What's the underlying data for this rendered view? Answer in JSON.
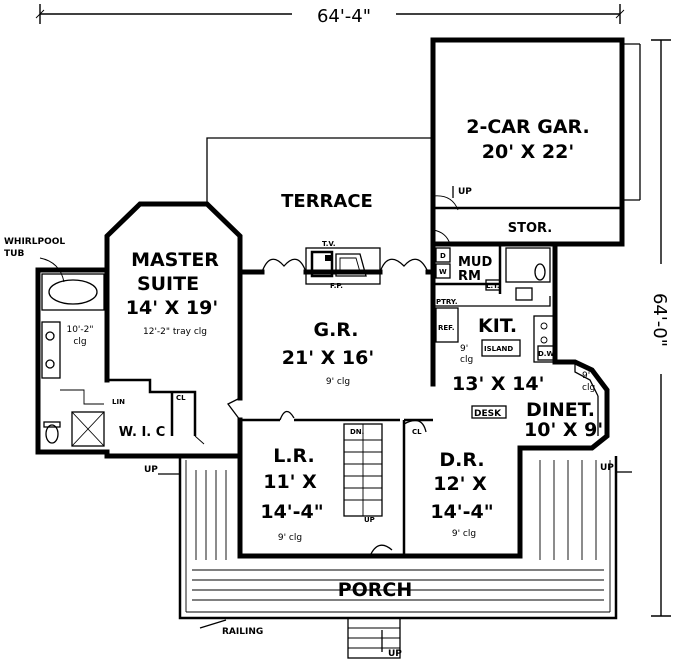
{
  "dimensions": {
    "width_total": "64'-4\"",
    "depth_total": "64'-0\""
  },
  "rooms": {
    "garage": {
      "name": "2-CAR GAR.",
      "size": "20' X 22'"
    },
    "storage": {
      "name": "STOR."
    },
    "terrace": {
      "name": "TERRACE"
    },
    "master": {
      "name1": "MASTER",
      "name2": "SUITE",
      "size": "14' X 19'",
      "ceiling": "12'-2\" tray clg"
    },
    "bath": {
      "ceiling1": "10'-2\"",
      "ceiling2": "clg"
    },
    "great_room": {
      "name": "G.R.",
      "size": "21' X 16'",
      "ceiling": "9' clg"
    },
    "kitchen": {
      "name": "KIT.",
      "size": "13' X 14'",
      "ceiling1": "9'",
      "ceiling2": "clg"
    },
    "dinette": {
      "name": "DINET.",
      "size": "10' X 9'",
      "ceiling1": "9'",
      "ceiling2": "clg"
    },
    "living": {
      "name": "L.R.",
      "size1": "11' X",
      "size2": "14'-4\"",
      "ceiling": "9' clg"
    },
    "dining": {
      "name": "D.R.",
      "size1": "12' X",
      "size2": "14'-4\"",
      "ceiling": "9' clg"
    },
    "porch": {
      "name": "PORCH"
    },
    "mud": {
      "name1": "MUD",
      "name2": "RM"
    },
    "wic": {
      "name": "W. I. C"
    }
  },
  "labels": {
    "whirlpool1": "WHIRLPOOL",
    "whirlpool2": "TUB",
    "railing": "RAILING",
    "up": "UP",
    "dn": "DN.",
    "cl": "CL",
    "lin": "LIN",
    "tv": "T.V.",
    "fp": "F.P.",
    "desk": "DESK",
    "island": "ISLAND",
    "pntry": "PTRY.",
    "ref": "REF.",
    "dw": "D.W.",
    "d": "D",
    "w": "W",
    "lt": "L.T."
  }
}
